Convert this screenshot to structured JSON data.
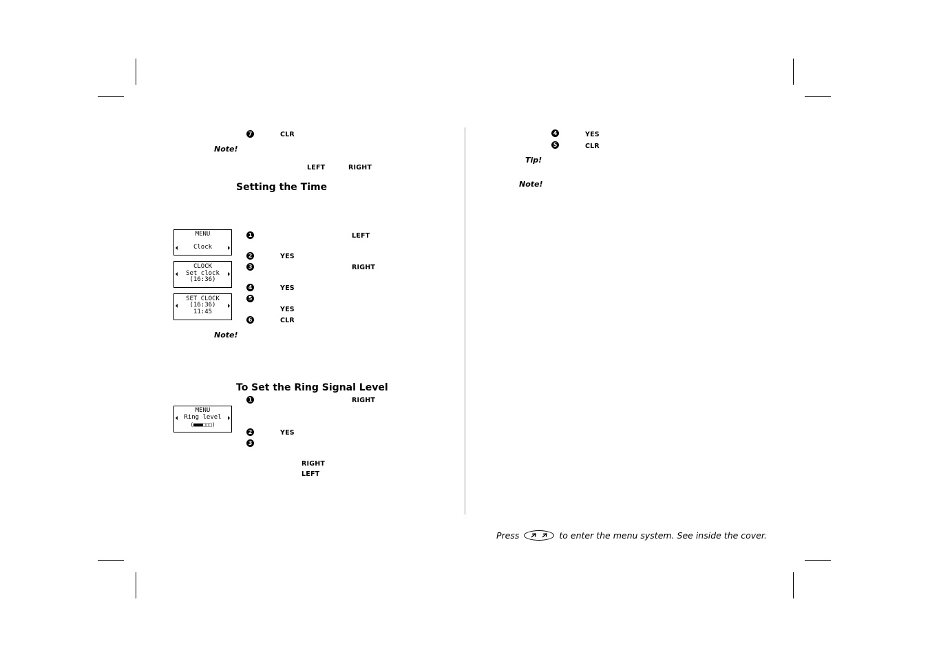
{
  "left_column": {
    "step7_num": "7",
    "step7_key": "CLR",
    "note1_label": "Note!",
    "note1_key_left": "LEFT",
    "note1_key_right": "RIGHT",
    "section_time": {
      "title": "Setting the Time",
      "screens": [
        {
          "line1": "MENU",
          "line2": "",
          "line3": "Clock"
        },
        {
          "line1": "CLOCK",
          "line2": "Set clock",
          "line3": "(16:36)"
        },
        {
          "line1": "SET CLOCK",
          "line2": "(16:36)",
          "line3": "11:45"
        }
      ],
      "steps": [
        {
          "num": "1",
          "key": "LEFT"
        },
        {
          "num": "2",
          "key": "YES"
        },
        {
          "num": "3",
          "key": "RIGHT"
        },
        {
          "num": "4",
          "key": "YES"
        },
        {
          "num": "5",
          "key": "YES"
        },
        {
          "num": "6",
          "key": "CLR"
        }
      ],
      "note_label": "Note!"
    },
    "section_ring": {
      "title": "To Set the Ring Signal Level",
      "screen": {
        "line1": "MENU",
        "line2": "Ring level",
        "line3": "(■■■□□□)"
      },
      "steps": [
        {
          "num": "1",
          "key": "RIGHT"
        },
        {
          "num": "2",
          "key": "YES"
        },
        {
          "num": "3",
          "key_right": "RIGHT",
          "key_left": "LEFT"
        }
      ]
    }
  },
  "right_column": {
    "steps": [
      {
        "num": "4",
        "key": "YES"
      },
      {
        "num": "5",
        "key": "CLR"
      }
    ],
    "tip_label": "Tip!",
    "note_label": "Note!"
  },
  "footer": {
    "prefix": "Press",
    "suffix": "to enter the menu system. See inside the cover.",
    "button_icon": "menu-arrows-button-icon"
  }
}
